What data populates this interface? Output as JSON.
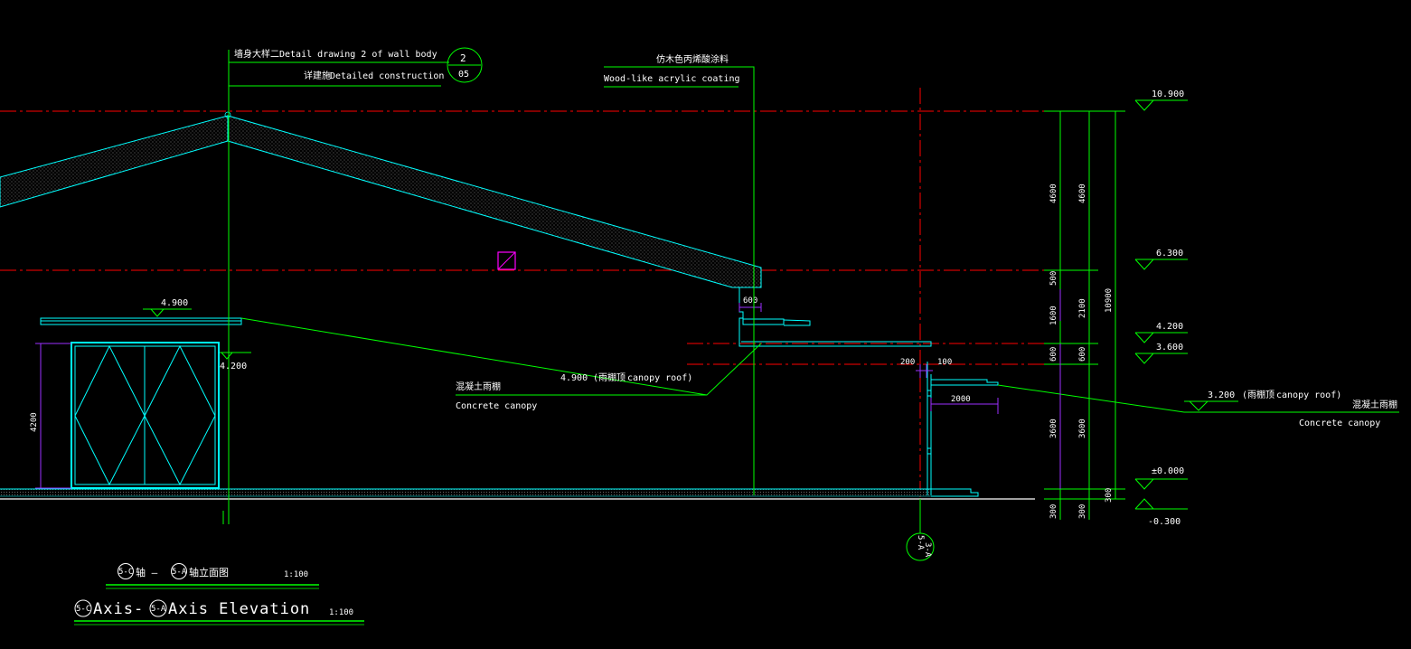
{
  "annotations": {
    "wall_detail": {
      "cn": "墙身大样二",
      "en": "Detail  drawing  2  of  wall  body",
      "ref_cn": "详建施",
      "ref_en": "Detailed  construction",
      "bubble_top": "2",
      "bubble_bottom": "05"
    },
    "coating": {
      "cn": "仿木色丙烯酸涂料",
      "en": "Wood-like   acrylic  coating"
    },
    "canopy_left": {
      "level": "4.900",
      "roof_cn": "(雨棚顶",
      "roof_en": "canopy   roof)",
      "cn": "混凝土雨棚",
      "en": "Concrete    canopy"
    },
    "canopy_right": {
      "level": "3.200",
      "roof_cn": "(雨棚顶",
      "roof_en": "canopy   roof)",
      "cn": "混凝土雨棚",
      "en": "Concrete    canopy"
    }
  },
  "levels": {
    "top": "10.900",
    "eave": "6.300",
    "l4200": "4.200",
    "l3600": "3.600",
    "ground": "±0.000",
    "below": "-0.300",
    "left_canopy": "4.900",
    "door_top": "4.200"
  },
  "dimensions": {
    "outer": [
      "4600",
      "500",
      "1600",
      "600",
      "3600",
      "300"
    ],
    "middle": [
      "4600",
      "2100",
      "600",
      "3600",
      "300"
    ],
    "total": "10900",
    "right_300": "300",
    "door_height": "4200",
    "eave_600": "600",
    "d200": "200",
    "d100": "100",
    "d2000": "2000"
  },
  "axis_bubble": {
    "top": "5-A",
    "bottom": "3-A"
  },
  "title": {
    "cn_axis_a": "5-C",
    "cn_text1": "轴 –",
    "cn_axis_b": "5-A",
    "cn_text2": "轴立面图",
    "cn_scale": "1:100",
    "en_axis_a": "5-C",
    "en_text1": "Axis-",
    "en_axis_b": "5-A",
    "en_text2": "Axis   Elevation",
    "en_scale": "1:100"
  },
  "colors": {
    "background": "#000000",
    "axis_red": "#ff0000",
    "cyan": "#00ffff",
    "green": "#00ff00",
    "purple": "#9b30ff",
    "magenta": "#ff00ff",
    "white": "#ffffff"
  }
}
